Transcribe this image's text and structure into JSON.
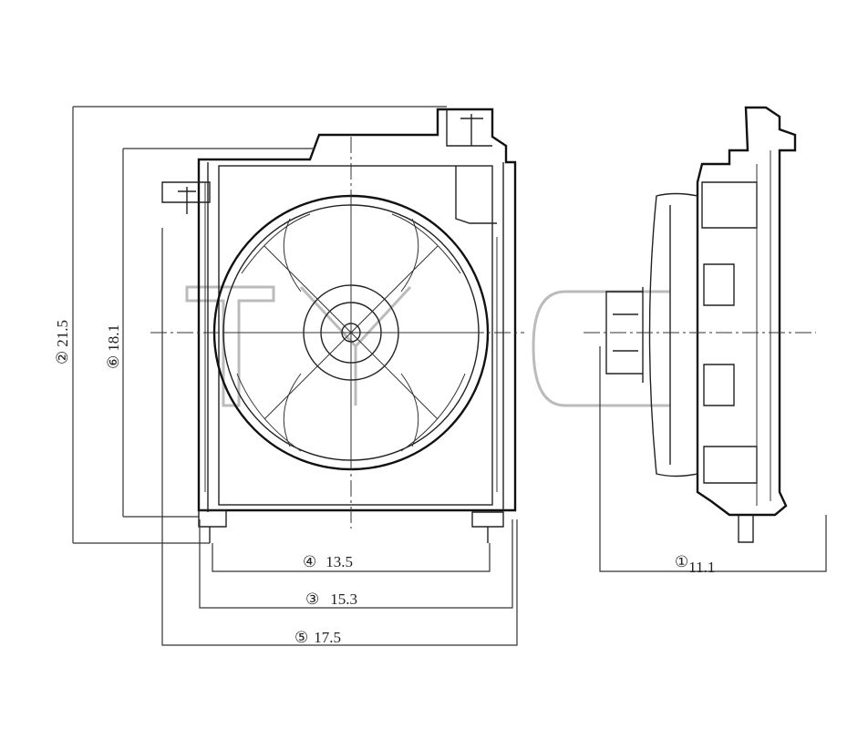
{
  "watermark": "TYC",
  "dimensions": [
    {
      "id": "1",
      "marker": "①",
      "value": "11.1"
    },
    {
      "id": "2",
      "marker": "②",
      "value": "21.5"
    },
    {
      "id": "3",
      "marker": "③",
      "value": "15.3"
    },
    {
      "id": "4",
      "marker": "④",
      "value": "13.5"
    },
    {
      "id": "5",
      "marker": "⑤",
      "value": "17.5"
    },
    {
      "id": "6",
      "marker": "⑥",
      "value": "18.1"
    }
  ]
}
